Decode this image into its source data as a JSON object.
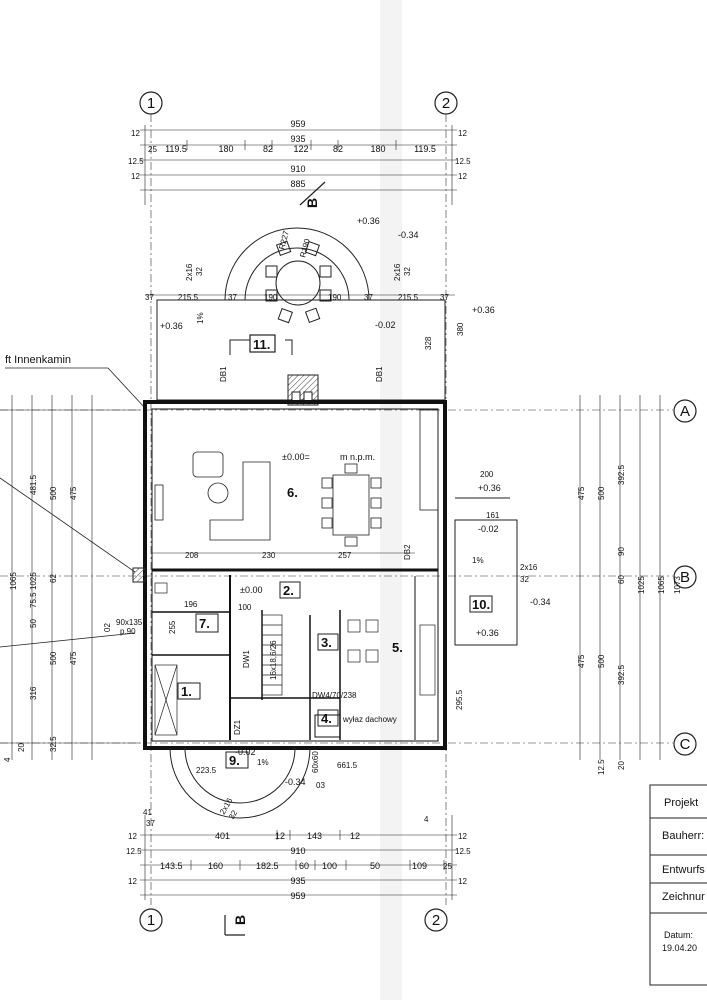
{
  "callout": {
    "label": "ft Innenkamin"
  },
  "axes": {
    "col_1": "1",
    "col_2": "2",
    "row_a": "A",
    "row_b": "B",
    "row_c": "C"
  },
  "section_marker": "B",
  "top_dims": {
    "row1": "959",
    "row2": "935",
    "row3": [
      "119.5",
      "180",
      "82",
      "122",
      "82",
      "180",
      "119.5"
    ],
    "row4": "910",
    "row5": "885",
    "edge12": "12",
    "edge25": "25",
    "edge125": "12.5"
  },
  "bottom_dims": {
    "row1": [
      "401",
      "12",
      "143",
      "12"
    ],
    "row2": "910",
    "row3": [
      "143.5",
      "160",
      "182.5",
      "60",
      "100",
      "50",
      "109",
      "25"
    ],
    "row4": "935",
    "row5": "959",
    "edge12": "12",
    "edge125": "12.5",
    "edge41": "41",
    "edge37": "37",
    "edge4": "4"
  },
  "left_dims": [
    "481.5",
    "500",
    "475",
    "1065",
    "1025",
    "62",
    "75.5",
    "50",
    "500",
    "475",
    "316",
    "32.5",
    "20",
    "4"
  ],
  "right_dims": [
    "475",
    "500",
    "392.5",
    "90",
    "60",
    "1025",
    "1065",
    "1073",
    "475",
    "500",
    "392.5",
    "295.5",
    "20",
    "12.5"
  ],
  "terrace_dims": [
    "215.5",
    "37",
    "190",
    "190",
    "37",
    "215.5",
    "37",
    "2x16",
    "32",
    "380",
    "328"
  ],
  "rooms": [
    {
      "num": "1."
    },
    {
      "num": "2."
    },
    {
      "num": "3."
    },
    {
      "num": "4."
    },
    {
      "num": "5."
    },
    {
      "num": "6."
    },
    {
      "num": "7."
    },
    {
      "num": "9."
    },
    {
      "num": "10."
    },
    {
      "num": "11."
    }
  ],
  "levels": {
    "top_terrace": "+0.36",
    "top_right": "-0.34",
    "left_terrace": "+0.36",
    "left_terrace_slope": "1%",
    "mid_terrace": "-0.02",
    "right_terrace": "+0.36",
    "living": "±0.00=",
    "living_suffix": "m n.p.m.",
    "hall": "±0.00",
    "right_side_1": "+0.36",
    "right_side_2": "-0.02",
    "right_side_3": "-0.34",
    "right_side_4": "+0.36",
    "right_side_slope": "1%",
    "entry_1": "-0.02",
    "entry_2": "-0.34",
    "entry_slope": "1%"
  },
  "labels": {
    "stair": "16x18,6/26",
    "stair2x16_right": "2x16",
    "stair32_right": "32",
    "stair2x16_top": "2x16",
    "stair32_top": "32",
    "stair2x16_bottom": "2x16",
    "stair32_bottom": "32",
    "radius_outer": "R227",
    "radius_inner": "R190",
    "door_dw1": "DW1",
    "door_dw4": "DW4/70/238",
    "door_dz1": "DZ1",
    "door_db2": "DB2",
    "door_db1": "DB1",
    "window_90x135": "90x135",
    "window_p90": "p.90",
    "wyl": "wyłaz dachowy",
    "nr02": "02",
    "nr03": "03",
    "dim_208": "208",
    "dim_230": "230",
    "dim_257": "257",
    "dim_200": "200",
    "dim_161": "161",
    "dim_196": "196",
    "dim_100": "100",
    "dim_255": "255",
    "dim_661": "661.5",
    "dim_2235": "223.5",
    "dim_6060": "60x60",
    "dim_p90": "p.90"
  },
  "title_block": {
    "projekt": "Projekt",
    "bauherr": "Bauherr:",
    "entwurf": "Entwurfs",
    "zeichnung": "Zeichnur",
    "datum_label": "Datum:",
    "datum_value": "19.04.20"
  }
}
